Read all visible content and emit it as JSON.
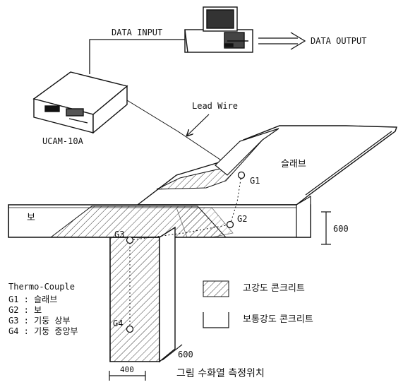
{
  "data_input_label": "DATA INPUT",
  "data_output_label": "DATA OUTPUT",
  "logger_label": "UCAM-10A",
  "lead_wire_label": "Lead Wire",
  "slab_label": "슬래브",
  "beam_label": "보",
  "dim_600_depth": "600",
  "dim_600_side": "600",
  "dim_400": "400",
  "gauges": {
    "g1": "G1",
    "g2": "G2",
    "g3": "G3",
    "g4": "G4"
  },
  "legend": {
    "title": "Thermo-Couple",
    "items": [
      "G1 : 슬래브",
      "G2 : 보",
      "G3 : 기둥 상부",
      "G4 : 기둥 중앙부"
    ],
    "high_strength": "고강도 콘크리트",
    "normal_strength": "보통강도 콘크리트"
  },
  "caption": "그림 수화열 측정위치"
}
